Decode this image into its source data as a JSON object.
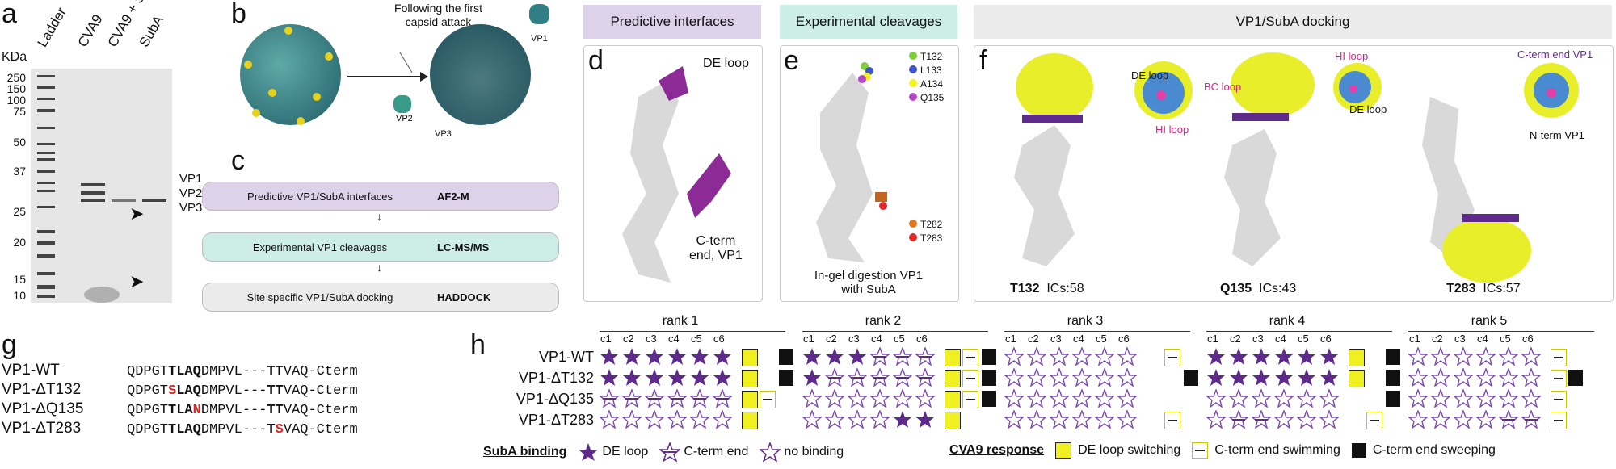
{
  "panels": {
    "a": "a",
    "b": "b",
    "c": "c",
    "d": "d",
    "e": "e",
    "f": "f",
    "g": "g",
    "h": "h"
  },
  "gel": {
    "unit": "KDa",
    "lanes": [
      "Ladder",
      "CVA9",
      "CVA9 + SubA",
      "SubA"
    ],
    "markers": [
      "250",
      "150",
      "100",
      "75",
      "50",
      "37",
      "25",
      "20",
      "15",
      "10"
    ],
    "vp_labels": [
      "VP1",
      "VP2",
      "VP3"
    ]
  },
  "capsid": {
    "arrow_text": "Following the first capsid attack",
    "vp1": "VP1",
    "vp2": "VP2",
    "vp3": "VP3"
  },
  "flow": [
    {
      "text": "Predictive VP1/SubA interfaces",
      "method": "AF2-M",
      "color": "#ddd2ea"
    },
    {
      "text": "Experimental VP1 cleavages",
      "method": "LC-MS/MS",
      "color": "#cdeee6"
    },
    {
      "text": "Site specific VP1/SubA docking",
      "method": "HADDOCK",
      "color": "#ebebeb"
    }
  ],
  "headers": {
    "predictive": "Predictive interfaces",
    "experimental": "Experimental cleavages",
    "docking": "VP1/SubA docking"
  },
  "panel_d": {
    "de_loop": "DE loop",
    "cterm": "C-term\nend, VP1"
  },
  "panel_e": {
    "residues_top": [
      {
        "n": "T132",
        "c": "#7ccf3a"
      },
      {
        "n": "L133",
        "c": "#3c55c8"
      },
      {
        "n": "A134",
        "c": "#f2f21c"
      },
      {
        "n": "Q135",
        "c": "#b44ac8"
      }
    ],
    "residues_bottom": [
      {
        "n": "T282",
        "c": "#e07820"
      },
      {
        "n": "T283",
        "c": "#e02828"
      }
    ],
    "caption": "In-gel digestion VP1\nwith SubA"
  },
  "panel_f": {
    "dockings": [
      {
        "site": "T132",
        "ics": "ICs:58"
      },
      {
        "site": "Q135",
        "ics": "ICs:43"
      },
      {
        "site": "T283",
        "ics": "ICs:57"
      }
    ],
    "inset1": {
      "de": "DE loop",
      "bc": "BC loop",
      "hi": "HI loop"
    },
    "inset2": {
      "hi": "HI loop",
      "de": "DE loop"
    },
    "inset3": {
      "cterm": "C-term end VP1",
      "nterm": "N-term VP1"
    }
  },
  "sequences": [
    {
      "name": "VP1-WT",
      "seq": [
        {
          "t": "QDPGT"
        },
        {
          "t": "TLAQ",
          "b": 1
        },
        {
          "t": "DMPVL---"
        },
        {
          "t": "TT",
          "b": 1
        },
        {
          "t": "VAQ-Cterm"
        }
      ]
    },
    {
      "name": "VP1-ΔT132",
      "seq": [
        {
          "t": "QDPGT"
        },
        {
          "t": "S",
          "r": 1
        },
        {
          "t": "LAQ",
          "b": 1
        },
        {
          "t": "DMPVL---"
        },
        {
          "t": "TT",
          "b": 1
        },
        {
          "t": "VAQ-Cterm"
        }
      ]
    },
    {
      "name": "VP1-ΔQ135",
      "seq": [
        {
          "t": "QDPGT"
        },
        {
          "t": "TLA",
          "b": 1
        },
        {
          "t": "N",
          "r": 1
        },
        {
          "t": "DMPVL---"
        },
        {
          "t": "TT",
          "b": 1
        },
        {
          "t": "VAQ-Cterm"
        }
      ]
    },
    {
      "name": "VP1-ΔT283",
      "seq": [
        {
          "t": "QDPGT"
        },
        {
          "t": "TLAQ",
          "b": 1
        },
        {
          "t": "DMPVL---"
        },
        {
          "t": "T",
          "b": 1
        },
        {
          "t": "S",
          "r": 1
        },
        {
          "t": "VAQ-Cterm"
        }
      ]
    }
  ],
  "ranks": {
    "titles": [
      "rank 1",
      "rank 2",
      "rank 3",
      "rank 4",
      "rank 5"
    ],
    "cols": [
      "c1",
      "c2",
      "c3",
      "c4",
      "c5",
      "c6"
    ],
    "rows": [
      "VP1-WT",
      "VP1-ΔT132",
      "VP1-ΔQ135",
      "VP1-ΔT283"
    ],
    "stars": [
      [
        [
          "d",
          "d",
          "d",
          "d",
          "d",
          "d"
        ],
        [
          "d",
          "d",
          "d",
          "c",
          "c",
          "c"
        ],
        [
          "n",
          "n",
          "n",
          "n",
          "n",
          "n"
        ],
        [
          "d",
          "d",
          "d",
          "d",
          "d",
          "d"
        ],
        [
          "n",
          "n",
          "n",
          "n",
          "n",
          "n"
        ]
      ],
      [
        [
          "d",
          "d",
          "d",
          "d",
          "d",
          "d"
        ],
        [
          "d",
          "c",
          "c",
          "c",
          "c",
          "c"
        ],
        [
          "n",
          "n",
          "n",
          "n",
          "n",
          "n"
        ],
        [
          "d",
          "d",
          "d",
          "d",
          "d",
          "d"
        ],
        [
          "n",
          "n",
          "n",
          "n",
          "n",
          "n"
        ]
      ],
      [
        [
          "c",
          "c",
          "c",
          "c",
          "c",
          "c"
        ],
        [
          "n",
          "n",
          "n",
          "n",
          "n",
          "n"
        ],
        [
          "n",
          "n",
          "n",
          "n",
          "n",
          "n"
        ],
        [
          "n",
          "n",
          "n",
          "n",
          "n",
          "n"
        ],
        [
          "n",
          "n",
          "n",
          "n",
          "n",
          "n"
        ]
      ],
      [
        [
          "n",
          "n",
          "n",
          "n",
          "n",
          "n"
        ],
        [
          "n",
          "n",
          "n",
          "n",
          "d",
          "d"
        ],
        [
          "n",
          "n",
          "n",
          "n",
          "n",
          "n"
        ],
        [
          "n",
          "c",
          "c",
          "n",
          "n",
          "n"
        ],
        [
          "n",
          "n",
          "n",
          "n",
          "c",
          "c"
        ]
      ]
    ],
    "response": [
      [
        [
          "y",
          "",
          "k"
        ],
        [
          "y",
          "w",
          "k"
        ],
        [
          "",
          "w",
          ""
        ],
        [
          "y",
          "",
          "k"
        ],
        [
          "w",
          "",
          ""
        ]
      ],
      [
        [
          "y",
          "",
          "k"
        ],
        [
          "y",
          "w",
          "k"
        ],
        [
          "",
          "",
          "k"
        ],
        [
          "y",
          "",
          "k"
        ],
        [
          "w",
          "k",
          ""
        ]
      ],
      [
        [
          "y",
          "w",
          ""
        ],
        [
          "y",
          "w",
          "k"
        ],
        [
          "",
          "",
          ""
        ],
        [
          "",
          "",
          "k"
        ],
        [
          "w",
          "",
          ""
        ]
      ],
      [
        [
          "y",
          "",
          ""
        ],
        [
          "y",
          "",
          ""
        ],
        [
          "",
          "w",
          ""
        ],
        [
          "",
          "w",
          ""
        ],
        [
          "w",
          "",
          ""
        ]
      ]
    ]
  },
  "legend": {
    "suba_title": "SubA binding",
    "de": "DE loop",
    "cterm": "C-term end",
    "none": "no binding",
    "cva9_title": "CVA9 response",
    "switch": "DE loop switching",
    "swim": "C-term end swimming",
    "sweep": "C-term end sweeping"
  },
  "colors": {
    "purple": "#5e2a8c",
    "yellow": "#eeee1e",
    "capsid": "#2f7f85"
  }
}
